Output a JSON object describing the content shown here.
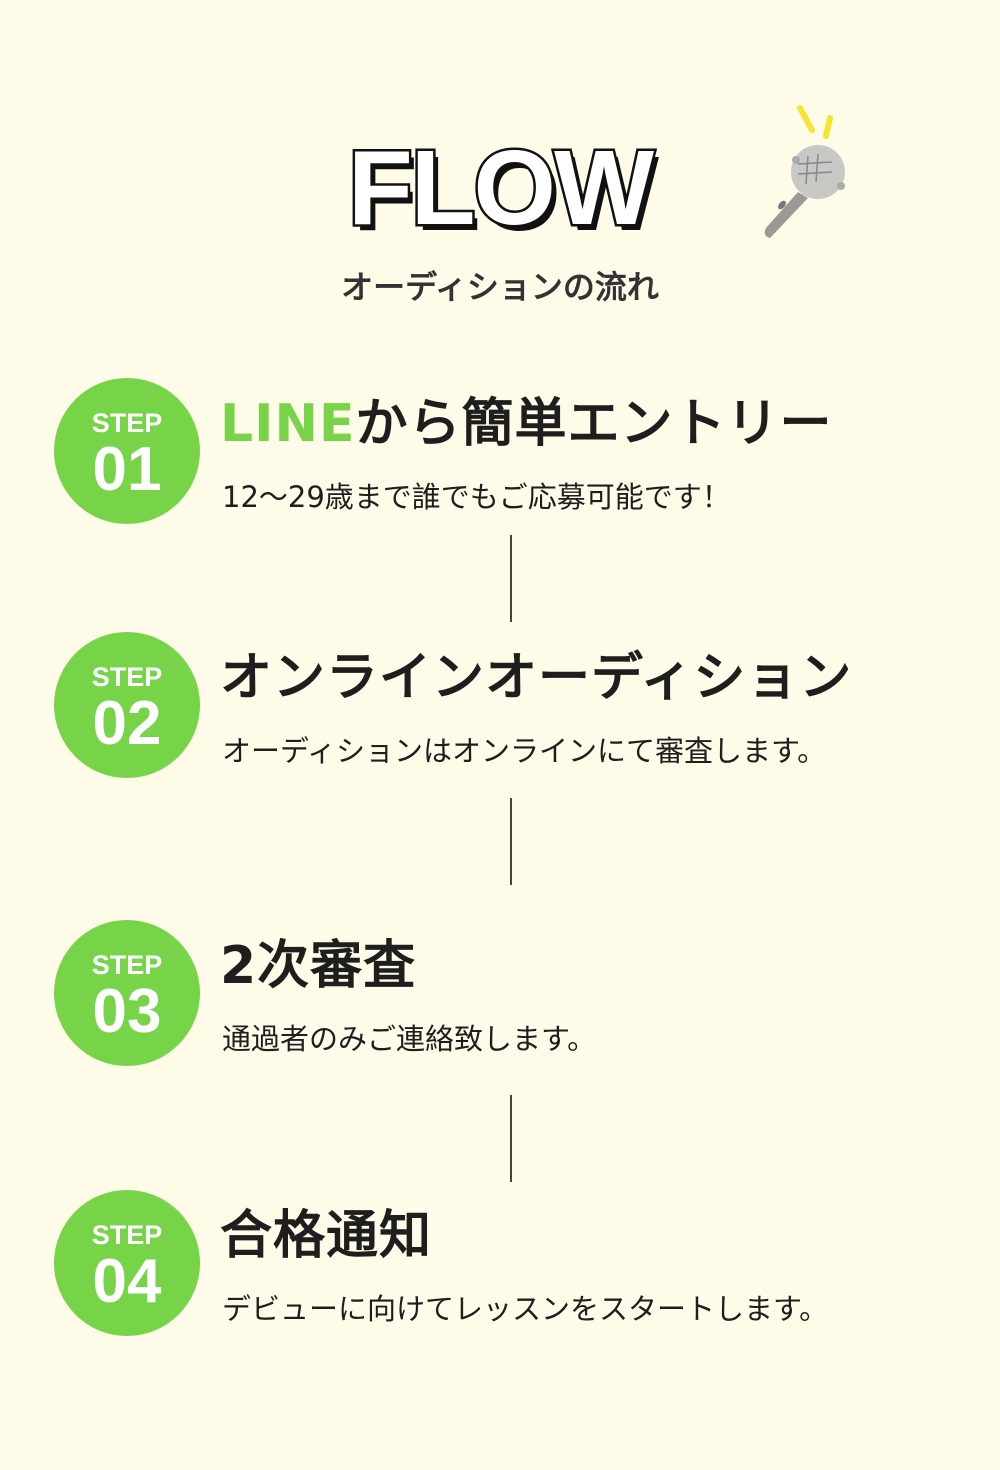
{
  "header": {
    "title": "FLOW",
    "subtitle": "オーディションの流れ",
    "icon": "microphone-icon"
  },
  "accent_color": "#77d448",
  "steps": [
    {
      "label": "STEP",
      "number": "01",
      "title_highlight": "LINE",
      "title": "から簡単エントリー",
      "description": "12〜29歳まで誰でもご応募可能です！"
    },
    {
      "label": "STEP",
      "number": "02",
      "title_highlight": "",
      "title": "オンラインオーディション",
      "description": "オーディションはオンラインにて審査します。"
    },
    {
      "label": "STEP",
      "number": "03",
      "title_highlight": "",
      "title": "2次審査",
      "description": "通過者のみご連絡致します。"
    },
    {
      "label": "STEP",
      "number": "04",
      "title_highlight": "",
      "title": "合格通知",
      "description": "デビューに向けてレッスンをスタートします。"
    }
  ]
}
